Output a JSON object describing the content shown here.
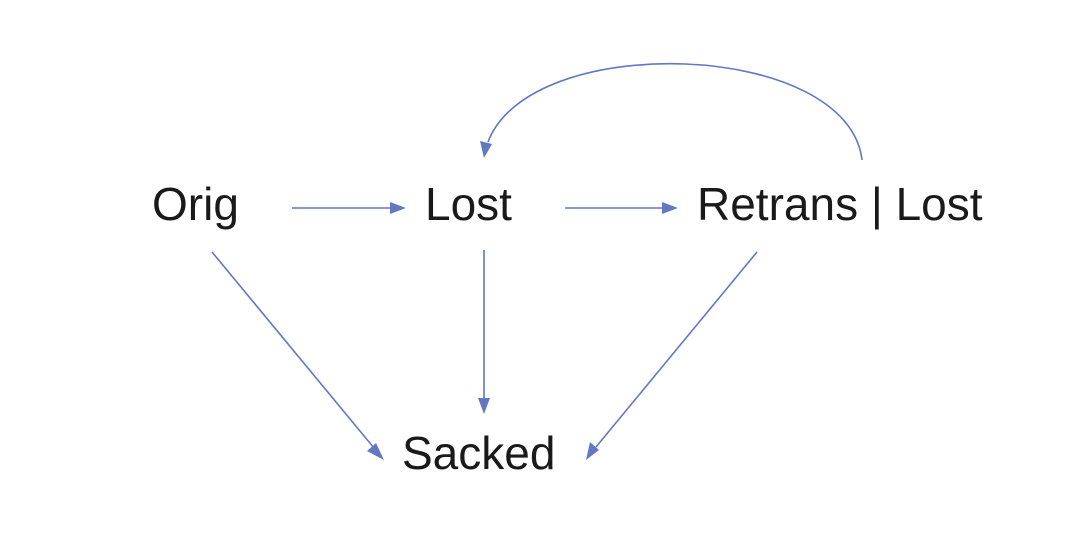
{
  "nodes": {
    "orig": {
      "label": "Orig"
    },
    "lost": {
      "label": "Lost"
    },
    "retrans_lost": {
      "label": "Retrans | Lost"
    },
    "sacked": {
      "label": "Sacked"
    }
  },
  "edges": [
    {
      "from": "orig",
      "to": "lost"
    },
    {
      "from": "lost",
      "to": "retrans_lost"
    },
    {
      "from": "retrans_lost",
      "to": "lost"
    },
    {
      "from": "orig",
      "to": "sacked"
    },
    {
      "from": "lost",
      "to": "sacked"
    },
    {
      "from": "retrans_lost",
      "to": "sacked"
    }
  ],
  "colors": {
    "edge": "#6377c4",
    "text": "#1a1a1a",
    "background": "#ffffff"
  }
}
